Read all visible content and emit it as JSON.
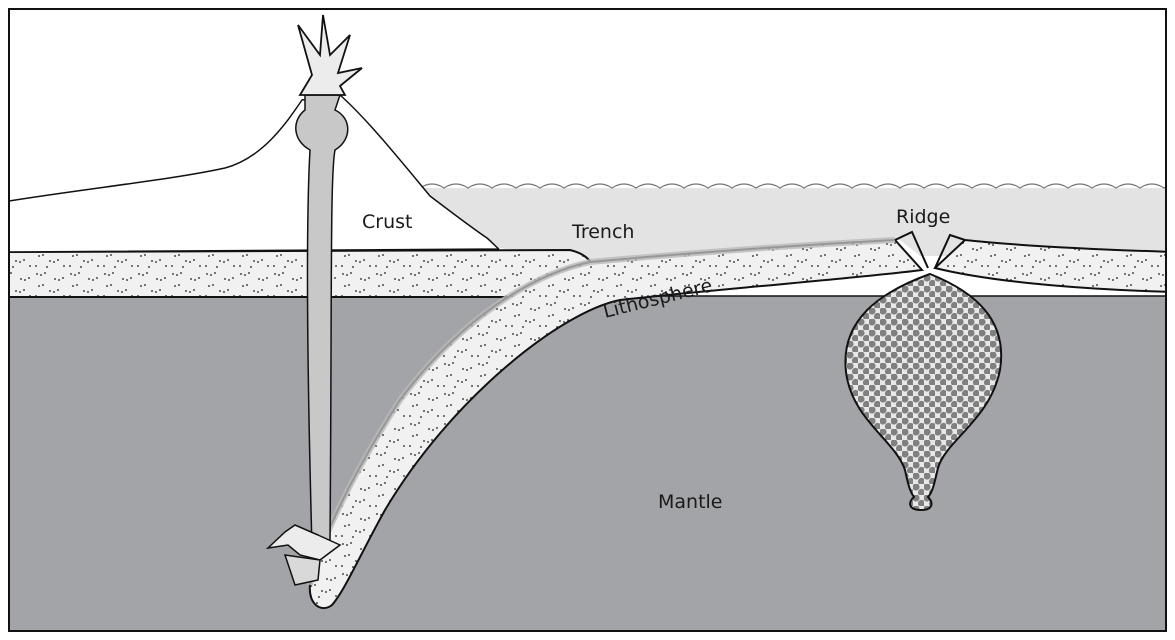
{
  "labels": {
    "crust": "Crust",
    "trench": "Trench",
    "ridge": "Ridge",
    "lithosphere": "Lithosphere",
    "mantle": "Mantle"
  },
  "colors": {
    "mantle": "#a3a4a7",
    "ocean": "#e3e3e3",
    "land": "#ffffff",
    "lithosphere": "#f1f1f1",
    "magma": "#c8c8c8",
    "plume_dots": "#7f7f7f",
    "outline": "#111111"
  }
}
